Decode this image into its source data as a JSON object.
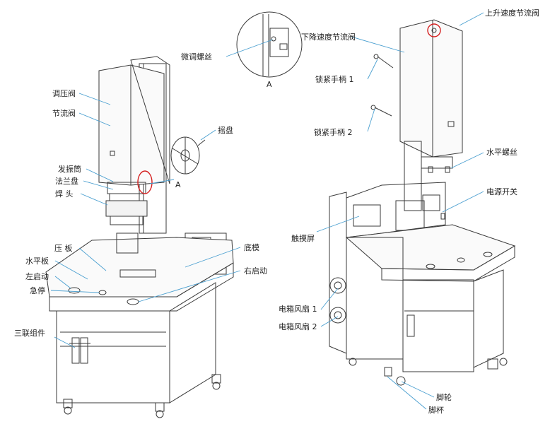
{
  "colors": {
    "leader": "#4a9fd0",
    "line": "#3a3a3a",
    "highlight": "#d42020"
  },
  "left_machine": {
    "labels": {
      "pressure_valve": "调压阀",
      "throttle_valve": "节流阀",
      "oscillator": "发振筒",
      "flange": "法兰盘",
      "horn": "焊  头",
      "press_plate": "压  板",
      "level_plate": "水平板",
      "left_start": "左启动",
      "emergency_stop": "急停",
      "triple_unit": "三联组件",
      "handwheel": "摇盘",
      "base_mold": "底模",
      "right_start": "右启动",
      "detail_mark": "A"
    }
  },
  "detail_inset": {
    "label": "微调螺丝",
    "caption": "A"
  },
  "right_machine": {
    "labels": {
      "up_speed_valve": "上升速度节流阀",
      "down_speed_valve": "下降速度节流阀",
      "lock_handle_1": "锁紧手柄 1",
      "lock_handle_2": "锁紧手柄 2",
      "level_screw": "水平螺丝",
      "power_switch": "电源开关",
      "touch_screen": "触摸屏",
      "fan_1": "电箱风扇 1",
      "fan_2": "电箱风扇 2",
      "caster": "脚轮",
      "foot_cup": "脚杯"
    }
  }
}
